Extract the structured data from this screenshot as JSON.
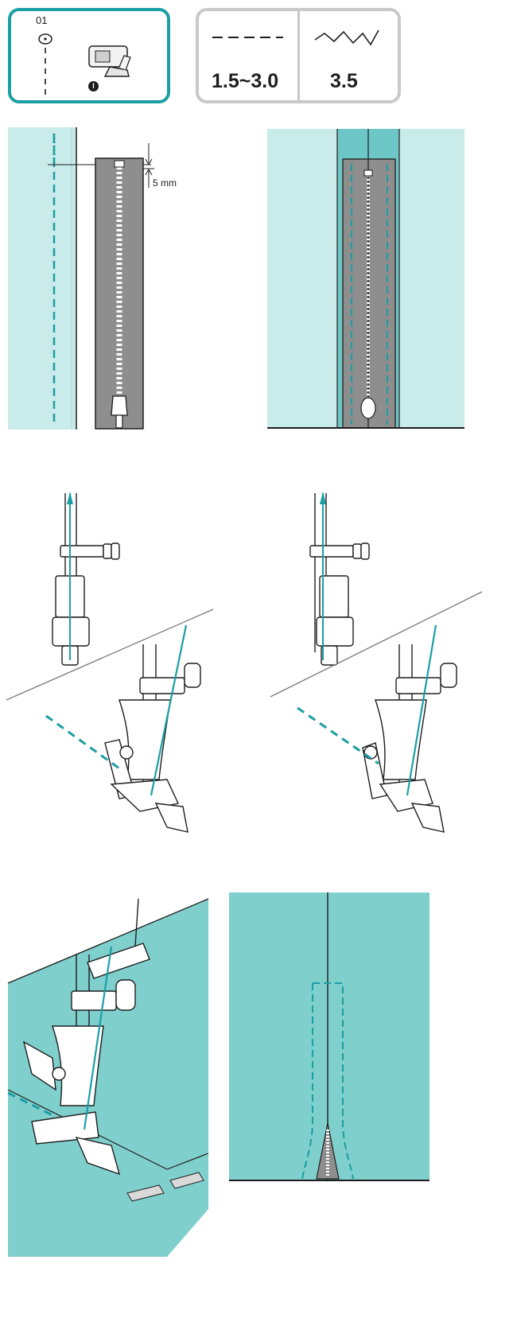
{
  "header": {
    "pattern_number": "01",
    "foot_marker": "I",
    "stitch_length_range": "1.5~3.0",
    "stitch_width_value": "3.5"
  },
  "step1": {
    "measurement_label": "5 mm"
  },
  "icons": {
    "needle_position": "needle-position-icon",
    "presser_foot": "zipper-foot-icon",
    "length_symbol": "dashed-line-icon",
    "width_symbol": "zigzag-line-icon"
  },
  "colors": {
    "accent": "#1b9ea4",
    "fabric_light": "#c9ebe9",
    "fabric_mid": "#6cc7c6",
    "fabric_dark": "#7fcfcd",
    "zipper": "#8e8e8e",
    "settings_border": "#c9c9c9",
    "stroke": "#1e1e1e"
  }
}
